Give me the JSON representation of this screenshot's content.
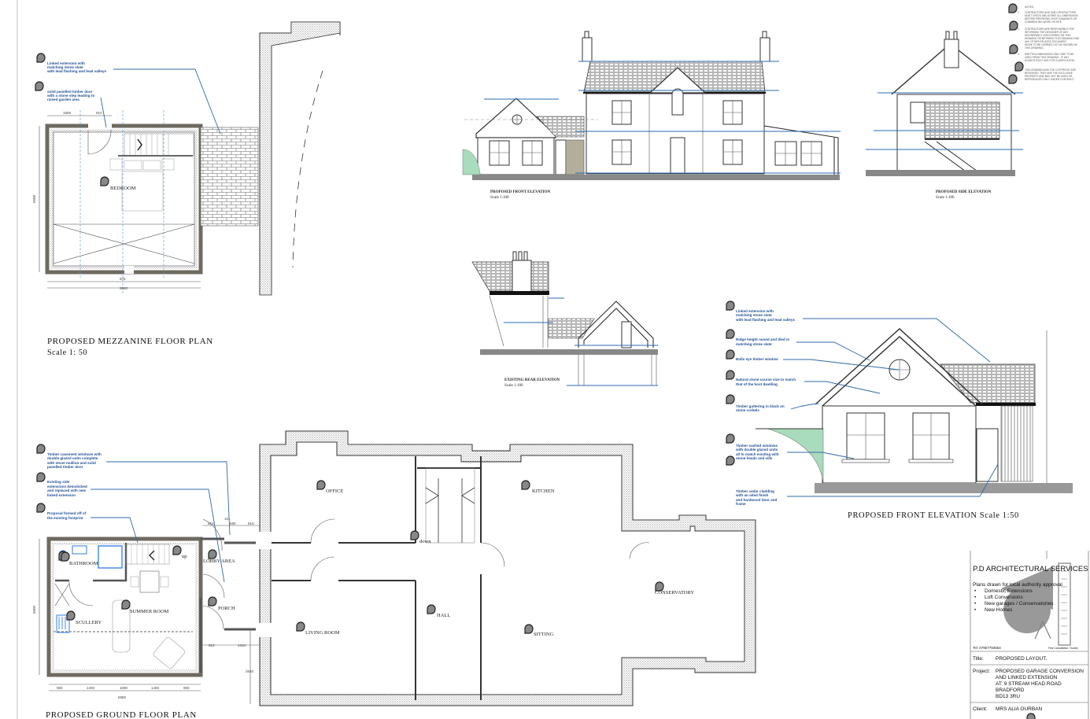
{
  "drawing": {
    "mezzanine": {
      "title": "PROPOSED MEZZANINE FLOOR PLAN",
      "scale": "Scale 1: 50",
      "rooms": {
        "bedroom": "BEDROOM"
      },
      "dims": {
        "d1": "1588",
        "d2": "910",
        "d3": "5508",
        "d4": "875",
        "d5": "5080"
      },
      "annotations": [
        {
          "lines": [
            "Linked extension with",
            "matching stone slate",
            "with lead flashing and lead valleys"
          ]
        },
        {
          "lines": [
            "solid panelled timber door",
            "with a stone step leading to",
            "raised garden area"
          ]
        }
      ]
    },
    "ground": {
      "title": "PROPOSED GROUND FLOOR PLAN",
      "rooms": {
        "office": "OFFICE",
        "kitchen": "KITCHEN",
        "down": "down",
        "hall": "HALL",
        "living": "LIVING   ROOM",
        "sitting": "SITTING",
        "conservatory": "CONSERVATORY",
        "bathroom": "BATHROOM",
        "up": "up",
        "lobby": "LOBBY   AREA",
        "summer": "SUMMER  ROOM",
        "scullery": "SCULLERY",
        "porch": "PORCH"
      },
      "dims": {
        "d5600": "5600",
        "b1": "980",
        "b2": "1400",
        "b3": "1090",
        "b4": "1400",
        "b5": "980",
        "total": "5880",
        "t1": "910",
        "t2": "101",
        "t3": "680",
        "t4": "810",
        "p1": "910",
        "p2": "1310",
        "v1": "2640"
      },
      "annotations": [
        {
          "lines": [
            "Timber casement windows with",
            "double glazed units complete",
            "with stone mullion and solid",
            "panelled timber door"
          ]
        },
        {
          "lines": [
            "Existing side",
            "extensions demolished",
            "and replaced with new",
            "linked extension"
          ]
        },
        {
          "lines": [
            "Proposal formed off of",
            "the existing footprint"
          ]
        }
      ]
    },
    "front_elevation_small": {
      "title": "PROPOSED FRONT ELEVATION",
      "scale": "Scale 1:100"
    },
    "side_elevation": {
      "title": "PROPOSED SIDE ELEVATION",
      "scale": "Scale 1:100"
    },
    "rear_elevation": {
      "title": "EXISTING REAR ELEVATION",
      "scale": "Scale 1:100"
    },
    "front_elevation_large": {
      "title": "PROPOSED  FRONT  ELEVATION  Scale 1:50",
      "annotations": [
        {
          "lines": [
            "Linked extension with",
            "matching stone slate",
            "with lead flashing and lead valleys"
          ]
        },
        {
          "lines": [
            "Ridge height raised and tiled in",
            "matching stone slate"
          ]
        },
        {
          "lines": [
            "Bulls eye timber window"
          ]
        },
        {
          "lines": [
            "Natural stone course size to match",
            "that of the host dwelling"
          ]
        },
        {
          "lines": [
            "Timber guttering in black on",
            "stone corbels"
          ]
        },
        {
          "lines": [
            "Timber sashed windows",
            "with double glazed units",
            "all to match existing with",
            "stone heads and sills"
          ]
        },
        {
          "lines": [
            "Timber cedar cladding",
            "with an oiled finish",
            "and hardwood door and",
            "frame"
          ]
        }
      ]
    },
    "notes": {
      "heading": "NOTES:",
      "items": [
        {
          "num": "1.",
          "lines": [
            "CONTRACTORS AND SUB-CONTRACTORS",
            "MUST CHECK AND AGREE ALL DIMENSIONS",
            "BEFORE PREPARING SHOP DRAWINGS OR",
            "COMMENCING WORK ON SITE."
          ]
        },
        {
          "num": "2.",
          "lines": [
            "CONTRACTORS ARE RESPONSIBLE FOR",
            "INFORMING THE DESIGNER OF ANY",
            "DISCREPANCY DISCOVERED ON THIS",
            "DRAWING OR BETWEEN THIS DRAWING AND",
            "ANY OTHER RELATED DOCUMENT.",
            "WORK TO BE CARRIED OUT AS SHOWN ON",
            "THIS DRAWING."
          ]
        },
        {
          "num": "3.",
          "lines": [
            "WRITTEN DIMENSIONS ONLY ARE TO BE",
            "USED FROM THIS DRAWING - IF ANY",
            "DOUBTS EXIST ASK FOR CLARIFICATION."
          ]
        }
      ],
      "copyright": [
        "THIS DRAWING AND THE COPYRIGHT ARE",
        "RESERVED. THEY ARE THE EXCLUSIVE",
        "PROPERTY AND MAY NOT BE USED OR",
        "REPRODUCED ONLY UNDER CONTRACT."
      ]
    },
    "title_block": {
      "company": "P.D ARCHITECTURAL SERVICES",
      "tagline": "Plans drawn for local authority approval",
      "services": [
        "Domestic Extensions",
        "Loft Conversions",
        "New garages / Conservatories",
        "New Homes"
      ],
      "tel": "Tel: 07957794564",
      "free": "Free Consultation / Survey",
      "title_label": "Title:",
      "title_value": "PROPOSED  LAYOUT.",
      "project_label": "Project:",
      "project_lines": [
        "PROPOSED GARAGE  CONVERSION",
        "AND LINKED EXTENSION",
        "AT: 9 STREAM HEAD ROAD",
        "BRADFORD",
        "BD13 3RU"
      ],
      "client_label": "Client:",
      "client_value": "MRS ALIA OURBAN"
    },
    "colors": {
      "annotation": "#1f4f96",
      "leader": "#2f6aa8",
      "landscape": "#a8dcbc",
      "cladding": "#b3ae9c",
      "wall": "#6f6a60"
    }
  }
}
